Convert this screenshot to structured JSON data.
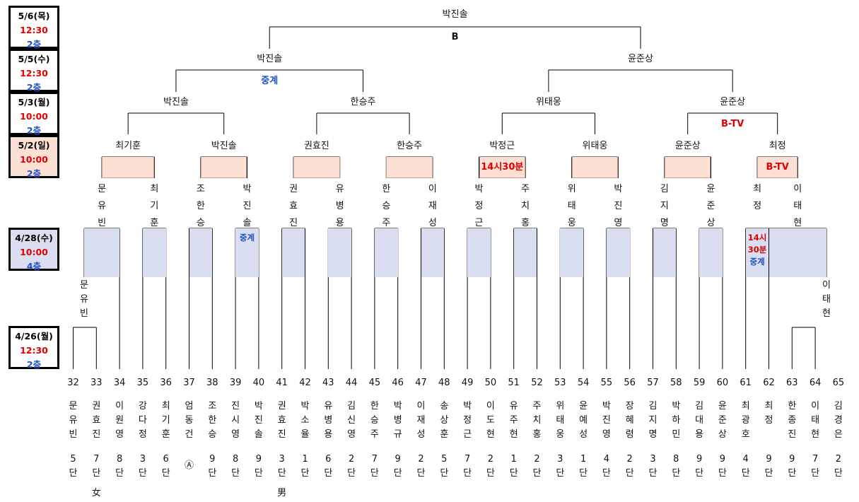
{
  "dates": [
    {
      "day": "5/6(목)",
      "time": "12:30",
      "floor": "2층"
    },
    {
      "day": "5/5(수)",
      "time": "12:30",
      "floor": "2층"
    },
    {
      "day": "5/3(월)",
      "time": "10:00",
      "floor": "2층"
    },
    {
      "day": "5/2(일)",
      "time": "10:00",
      "floor": "2층"
    },
    {
      "day": "4/28(수)",
      "time": "10:00",
      "floor": "4층"
    },
    {
      "day": "4/26(월)",
      "time": "12:30",
      "floor": "2층"
    }
  ],
  "final": {
    "winner": "박진솔",
    "note": "B"
  },
  "semis": [
    {
      "name": "박진솔",
      "note": "중계"
    },
    {
      "name": "윤준상",
      "note": ""
    }
  ],
  "quarters": [
    "박진솔",
    "한승주",
    "위태웅",
    "윤준상"
  ],
  "quarter_notes": [
    "",
    "",
    "",
    "B-TV"
  ],
  "round16": [
    "최기훈",
    "박진솔",
    "권효진",
    "한승주",
    "박정근",
    "위태웅",
    "윤준상",
    "최정"
  ],
  "round16_notes": [
    "",
    "",
    "",
    "",
    "14시30분",
    "",
    "",
    "B-TV"
  ],
  "round32": [
    "문유빈",
    "최기훈",
    "조한승",
    "박진솔",
    "권효진",
    "유병용",
    "한승주",
    "이재성",
    "박정근",
    "주치홍",
    "위태웅",
    "박진영",
    "김지명",
    "윤준상",
    "최정",
    "이태현"
  ],
  "round32_notes": [
    "",
    "",
    "",
    "중계",
    "",
    "",
    "",
    "",
    "",
    "",
    "",
    "",
    "",
    "",
    "14시 30분 중계",
    ""
  ],
  "prelim_winners": [
    "문유빈",
    "이태현"
  ],
  "players": [
    {
      "seed": "32",
      "name": "문유빈",
      "dan": "5단"
    },
    {
      "seed": "33",
      "name": "권효진",
      "dan": "7단"
    },
    {
      "seed": "34",
      "name": "이원영",
      "dan": "8단"
    },
    {
      "seed": "35",
      "name": "강다정",
      "dan": "3단"
    },
    {
      "seed": "36",
      "name": "최기훈",
      "dan": "6단"
    },
    {
      "seed": "37",
      "name": "엄동건",
      "dan": "Ⓐ"
    },
    {
      "seed": "38",
      "name": "조한승",
      "dan": "9단"
    },
    {
      "seed": "39",
      "name": "진시영",
      "dan": "8단"
    },
    {
      "seed": "40",
      "name": "박진솔",
      "dan": "9단"
    },
    {
      "seed": "41",
      "name": "권효진",
      "dan": "3단"
    },
    {
      "seed": "42",
      "name": "박소율",
      "dan": "1단"
    },
    {
      "seed": "43",
      "name": "유병용",
      "dan": "6단"
    },
    {
      "seed": "44",
      "name": "김신영",
      "dan": "2단"
    },
    {
      "seed": "45",
      "name": "한승주",
      "dan": "7단"
    },
    {
      "seed": "46",
      "name": "박병규",
      "dan": "9단"
    },
    {
      "seed": "47",
      "name": "이재성",
      "dan": "2단"
    },
    {
      "seed": "48",
      "name": "송상훈",
      "dan": "5단"
    },
    {
      "seed": "49",
      "name": "박정근",
      "dan": "7단"
    },
    {
      "seed": "50",
      "name": "이도현",
      "dan": "2단"
    },
    {
      "seed": "51",
      "name": "유주현",
      "dan": "1단"
    },
    {
      "seed": "52",
      "name": "주치홍",
      "dan": "2단"
    },
    {
      "seed": "53",
      "name": "위태웅",
      "dan": "3단"
    },
    {
      "seed": "54",
      "name": "윤예성",
      "dan": "1단"
    },
    {
      "seed": "55",
      "name": "박진영",
      "dan": "4단"
    },
    {
      "seed": "56",
      "name": "장혜령",
      "dan": "2단"
    },
    {
      "seed": "57",
      "name": "김지명",
      "dan": "3단"
    },
    {
      "seed": "58",
      "name": "박하민",
      "dan": "8단"
    },
    {
      "seed": "59",
      "name": "김대용",
      "dan": "9단"
    },
    {
      "seed": "60",
      "name": "윤준상",
      "dan": "9단"
    },
    {
      "seed": "61",
      "name": "최광호",
      "dan": "4단"
    },
    {
      "seed": "62",
      "name": "최정",
      "dan": "9단"
    },
    {
      "seed": "63",
      "name": "한종진",
      "dan": "9단"
    },
    {
      "seed": "64",
      "name": "이태현",
      "dan": "7단"
    },
    {
      "seed": "65",
      "name": "김경은",
      "dan": "2단"
    }
  ],
  "gender_labels": {
    "female": "女",
    "male": "男"
  }
}
